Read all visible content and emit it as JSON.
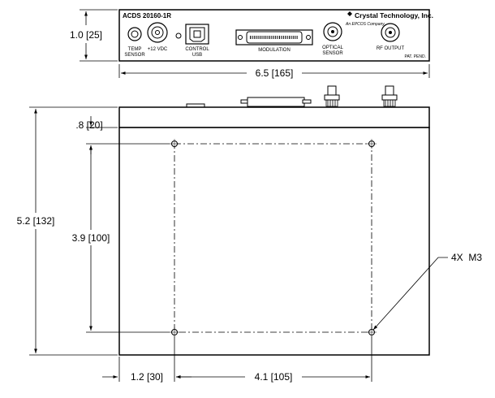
{
  "front_panel": {
    "model": "ACDS 20160-1R",
    "brand": "Crystal Technology, Inc.",
    "brand_sub": "An EPCOS Company",
    "labels": {
      "temp_sensor_1": "TEMP",
      "temp_sensor_2": "SENSOR",
      "power": "+12 VDC",
      "control_1": "CONTROL",
      "control_2": "USB",
      "modulation": "MODULATION",
      "optical_1": "OPTICAL",
      "optical_2": "SENSOR",
      "rf_output": "RF OUTPUT",
      "patent": "PAT. PEND."
    }
  },
  "dimensions": {
    "height": "1.0 [25]",
    "width": "6.5 [165]",
    "depth": "5.2 [132]",
    "front_offset": ".8 [20]",
    "hole_spacing_y": "3.9 [100]",
    "hole_offset_x": "1.2 [30]",
    "hole_spacing_x": "4.1 [105]",
    "hole_callout": "4X  M3"
  }
}
